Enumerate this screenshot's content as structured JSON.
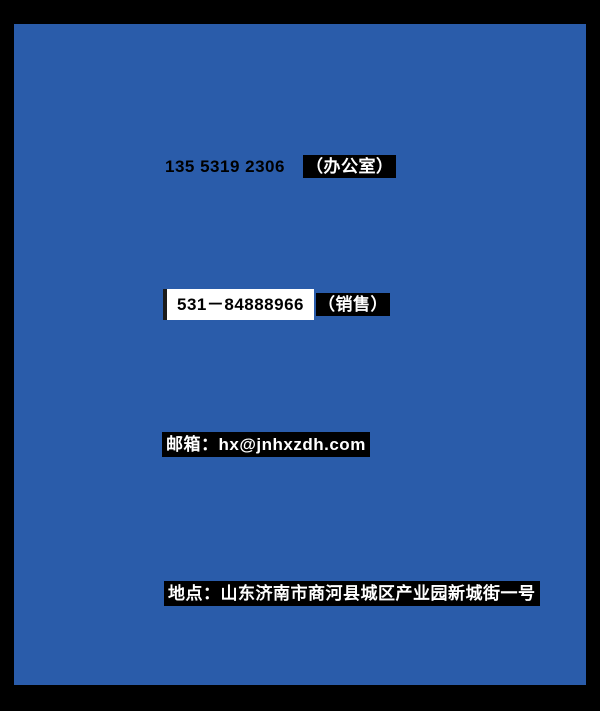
{
  "theme": {
    "frame_color": "#000000",
    "panel_color": "#2a5caa",
    "highlight_color": "#000000",
    "highlight_text_color": "#ffffff",
    "selection_bg": "#ffffff",
    "selection_text": "#000000"
  },
  "contact": {
    "office_phone_number": "135 5319 2306",
    "office_phone_label": "（办公室）",
    "sales_phone_number": "531－84888966",
    "sales_phone_label": "（销售）",
    "email_line": "邮箱：hx@jnhxzdh.com",
    "address_line": "地点：山东济南市商河县城区产业园新城街一号"
  }
}
